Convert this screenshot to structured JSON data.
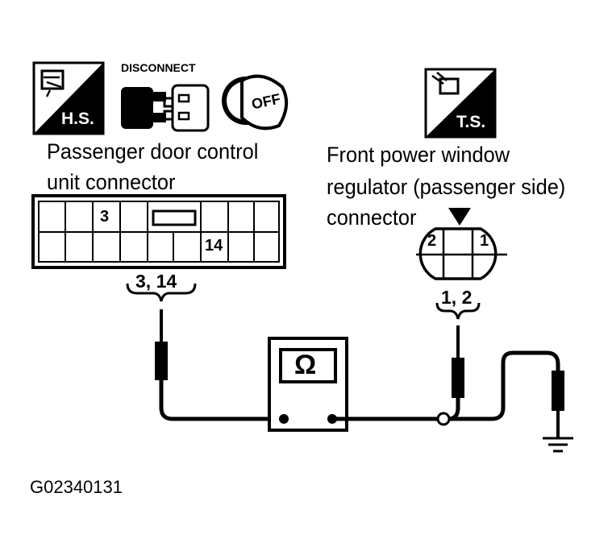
{
  "icons": {
    "hs_label": "H.S.",
    "disconnect_label": "DISCONNECT",
    "off_label": "OFF",
    "ts_label": "T.S."
  },
  "connector_left": {
    "title_line1": "Passenger door control",
    "title_line2": "unit connector",
    "pin_3": "3",
    "pin_14": "14",
    "probe_pins": "3, 14"
  },
  "connector_right": {
    "title_line1": "Front power window",
    "title_line2": "regulator (passenger side)",
    "title_line3": "connector",
    "pin_1": "1",
    "pin_2": "2",
    "probe_pins": "1, 2"
  },
  "meter": {
    "symbol": "Ω"
  },
  "figure_id": "G02340131"
}
